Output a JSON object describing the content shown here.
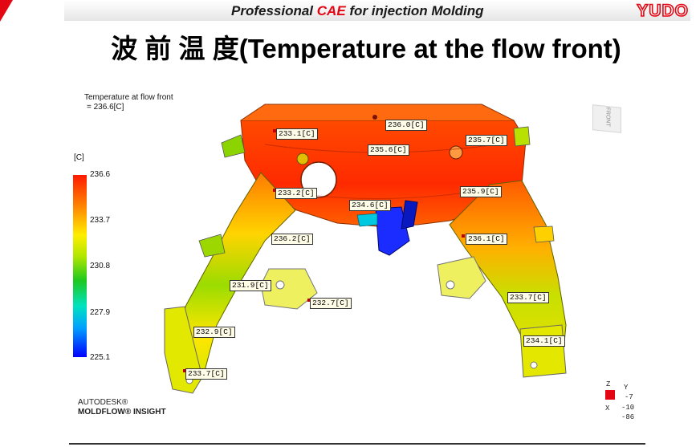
{
  "header": {
    "title_pre": "Professional ",
    "title_cae": "CAE",
    "title_post": " for injection Molding",
    "brand": "YUDO",
    "colors": {
      "accent": "#e30613"
    }
  },
  "slide": {
    "title": "波 前 温 度(Temperature at the flow front)"
  },
  "plot": {
    "title_line1": "Temperature at flow front",
    "title_line2": "= 236.6[C]",
    "unit": "[C]",
    "colorbar_ticks": [
      "236.6",
      "233.7",
      "230.8",
      "227.9",
      "225.1"
    ],
    "probes": [
      "233.1[C]",
      "236.0[C]",
      "235.6[C]",
      "235.7[C]",
      "233.2[C]",
      "235.9[C]",
      "234.6[C]",
      "236.2[C]",
      "236.1[C]",
      "231.9[C]",
      "232.7[C]",
      "233.7[C]",
      "232.9[C]",
      "234.1[C]",
      "233.7[C]"
    ],
    "view_cube_label": "FRONT"
  },
  "software": {
    "line1": "AUTODESK®",
    "line2": "MOLDFLOW® INSIGHT"
  },
  "axis": {
    "z": "Z",
    "y": "Y",
    "x": "X",
    "v1": "-7",
    "v2": "-10",
    "v3": "-86"
  }
}
